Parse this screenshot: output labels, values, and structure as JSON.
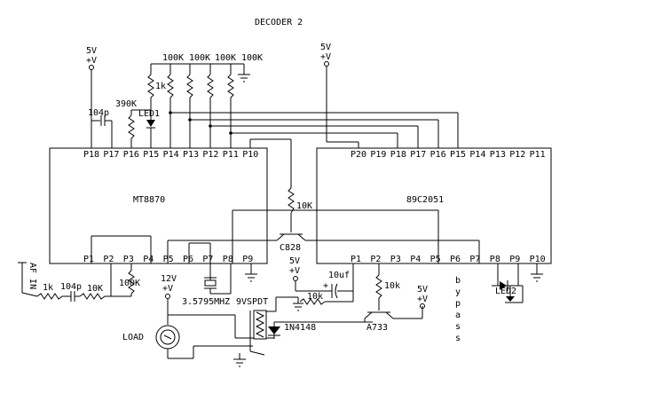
{
  "title": "DECODER 2",
  "chips": {
    "left": {
      "name": "MT8870",
      "top_pins": [
        "P18",
        "P17",
        "P16",
        "P15",
        "P14",
        "P13",
        "P12",
        "P11",
        "P10"
      ],
      "bottom_pins": [
        "P1",
        "P2",
        "P3",
        "P4",
        "P5",
        "P6",
        "P7",
        "P8",
        "P9"
      ]
    },
    "right": {
      "name": "89C2051",
      "top_pins": [
        "P20",
        "P19",
        "P18",
        "P17",
        "P16",
        "P15",
        "P14",
        "P13",
        "P12",
        "P11"
      ],
      "bottom_pins": [
        "P1",
        "P2",
        "P3",
        "P4",
        "P5",
        "P6",
        "P7",
        "P8",
        "P9",
        "P10"
      ]
    }
  },
  "labels": {
    "supply_left_v": "5V",
    "supply_left_sym": "+V",
    "supply_right_v": "5V",
    "supply_right_sym": "+V",
    "supply_mid_v": "5V",
    "supply_mid_sym": "+V",
    "supply_trans_v": "5V",
    "supply_trans_sym": "+V",
    "supply_12v": "12V",
    "supply_12v_sym": "+V",
    "cap_104p_top": "104p",
    "res_390k": "390K",
    "res_1k_top": "1k",
    "led1": "LED1",
    "res_100k_1": "100K",
    "res_100k_2": "100K",
    "res_100k_3": "100K",
    "res_100k_4": "100K",
    "res_10k_mid": "10K",
    "transistor_c828": "C828",
    "af_in": "AF IN",
    "res_1k_in": "1k",
    "cap_104p_in": "104p",
    "res_10k_in": "10K",
    "res_100k_in": "100K",
    "crystal": "3.5795MHZ",
    "cap_10uf": "10uf",
    "res_10k_bias": "10k",
    "res_10k_base": "10k",
    "relay": "9VSPDT",
    "diode": "1N4148",
    "transistor_a733": "A733",
    "load": "LOAD",
    "led2": "LED2",
    "bypass": "bypass"
  }
}
